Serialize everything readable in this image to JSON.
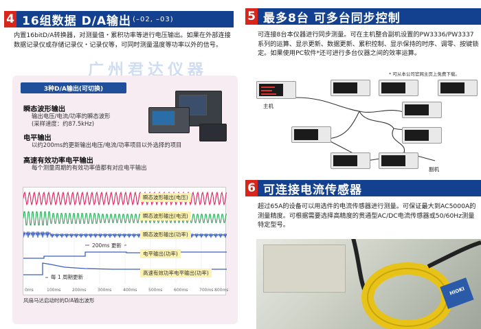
{
  "section4": {
    "number": "4",
    "title": "16组数据  D/A输出",
    "title_suffix": "(–02, –03)",
    "description": "内置16bitD/A转换器，对测量值・累积功率等进行电压输出。如果在外部连接数据记录仪或存储记录仪・记录仪等，可同时测量温度等功率以外的信号。",
    "watermark": "广州君达仪器",
    "panel_title": "3种D/A输出(可切换)",
    "outputs": [
      {
        "title": "瞬态波形输出",
        "desc1": "输出电压/电流/功率的瞬态波形",
        "desc2": "(采样速度：约87.5kHz)"
      },
      {
        "title": "电平输出",
        "desc1": "以约200ms的更新输出电压/电流/功率项目以外选择的项目",
        "desc2": ""
      },
      {
        "title": "高速有效功率电平输出",
        "desc1": "每个测量周期的有效功率值都有对应电平输出",
        "desc2": ""
      }
    ],
    "wave_labels": [
      "瞬态波形输出(电压)",
      "瞬态波形输出(电流)",
      "瞬态波形输出(功率)",
      "电平输出(功率)",
      "高速有效功率电平输出(功率)"
    ],
    "annotation_200ms": "200ms 更新",
    "annotation_cycle": "每 1 周期更新",
    "time_ticks": [
      "0ms",
      "100ms",
      "200ms",
      "300ms",
      "400ms",
      "500ms",
      "600ms",
      "700ms",
      "800ms"
    ],
    "caption": "风扇马达启动时的D/A输出波形"
  },
  "section5": {
    "number": "5",
    "title": "最多8台  可多台同步控制",
    "description": "可连接8台本仪器进行同步测量。可在主机整合副机设置的PW3336/PW3337系列的运算、显示更新、数据更新、累积控制、显示保持的时序、调零、按键锁定。如果使用PC软件*还可进行多台仪器之间的效率运算。",
    "note": "* 可从本公司官网主页上免费下载。",
    "master_label": "主机",
    "slave_label": "副机"
  },
  "section6": {
    "number": "6",
    "title": "可连接电流传感器",
    "description": "超过65A的设备可以用选件的电流传感器进行测量。可保证最大到AC5000A的测量精度。可根据需要选择高精度的贯通型AC/DC电流传感器或50/60Hz测量特定型号。",
    "sensor_label": "HIOKI"
  },
  "colors": {
    "header_blue": "#14418f",
    "number_red": "#d8261c",
    "panel_pink": "#f6ecf1"
  }
}
